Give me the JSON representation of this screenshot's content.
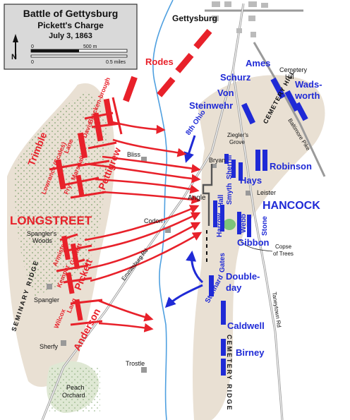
{
  "title_box": {
    "title": "Battle of Gettysburg",
    "subtitle": "Pickett's Charge",
    "date": "July 3, 1863"
  },
  "compass": {
    "label": "N"
  },
  "scale": {
    "zero": "0",
    "km_label": "500 m",
    "mi_label": "0.5 miles"
  },
  "towns": {
    "gettysburg": "Gettysburg",
    "cemetery_hill": [
      "Cemetery",
      "Hill"
    ],
    "cemetery_hill_ridge": "CEMETERY HILL",
    "baltimore_pike": "Baltimore Pike",
    "zieglers_grove": [
      "Ziegler's",
      "Grove"
    ],
    "bliss": "Bliss",
    "bryan": "Bryan",
    "angle": "Angle",
    "leister": "Leister",
    "codori": "Codori",
    "spanglers_woods": [
      "Spangler's",
      "Woods"
    ],
    "spangler": "Spangler",
    "emmitsburg_rd": "Emmitsburg Rd",
    "copse": [
      "Copse",
      "of Trees"
    ],
    "taneytown_rd": "Taneytown Rd",
    "sherfy": "Sherfy",
    "trostle": "Trostle",
    "peach_orchard": [
      "Peach",
      "Orchard"
    ],
    "seminary_ridge": "SEMINARY RIDGE",
    "cemetery_ridge": "CEMETERY RIDGE"
  },
  "confederate": {
    "longstreet": "LONGSTREET",
    "rodes": "Rodes",
    "trimble": "Trimble",
    "pettigrew": "Pettigrew",
    "pickett": "Pickett",
    "anderson": "Anderson",
    "brigades": {
      "brockenbrough": "Brocken-brough",
      "davis": "Davis",
      "lane": "Lane",
      "marshall": "Marshall",
      "lowrance": "Lowrance (Scales)",
      "fry": "Fry",
      "armistead": "Armistead",
      "garnett": "Garnett",
      "kemper": "Kemper",
      "wilcox": "Wilcox",
      "lang": "Lang"
    }
  },
  "union": {
    "hancock": "HANCOCK",
    "ames": "Ames",
    "schurz": "Schurz",
    "von_steinwehr": [
      "Von",
      "Steinwehr"
    ],
    "wadsworth": [
      "Wads-",
      "worth"
    ],
    "eighth_ohio": "8th Ohio",
    "robinson": "Robinson",
    "hays": "Hays",
    "smyth": "Smyth",
    "sherrill": "Sherrill",
    "harrow": "Harrow",
    "hall": "Hall",
    "webb": "Webb",
    "stone": "Stone",
    "gibbon": "Gibbon",
    "gates": "Gates",
    "stannard": "Stannard",
    "doubleday": [
      "Double-",
      "day"
    ],
    "caldwell": "Caldwell",
    "birney": "Birney"
  },
  "colors": {
    "confederate": "#e8212a",
    "union": "#1f2ad6",
    "ridge": "#e9e0d3",
    "woods": "#dfe8d4",
    "creek": "#4fa0e0",
    "road": "#9a9a9a"
  }
}
